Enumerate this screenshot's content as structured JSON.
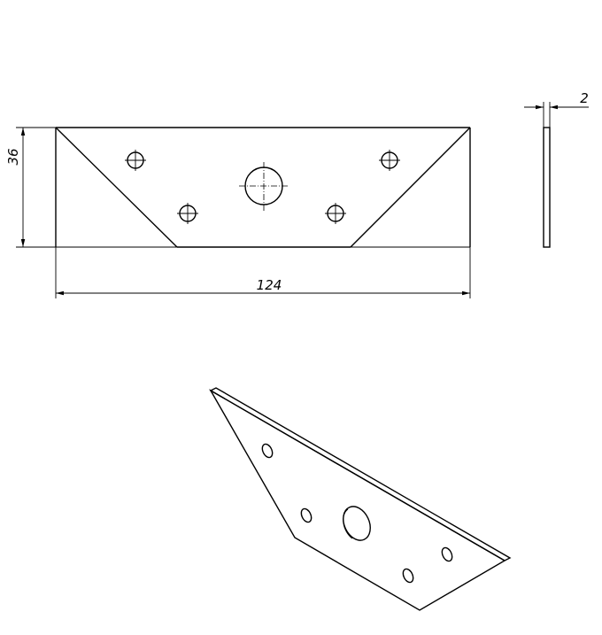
{
  "drawing": {
    "front_view": {
      "width_label": "124",
      "height_label": "36"
    },
    "side_view": {
      "thickness_label": "2"
    }
  }
}
